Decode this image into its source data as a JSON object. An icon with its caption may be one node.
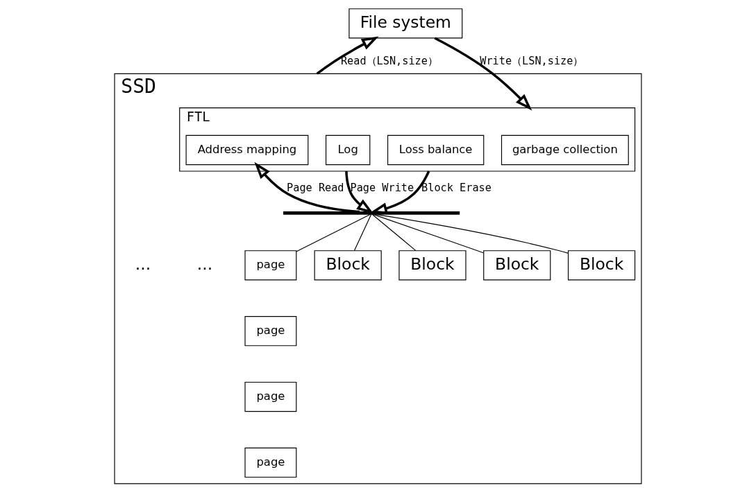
{
  "diagram": {
    "nodes": [
      {
        "text": [
          "File system"
        ]
      },
      {
        "text": [
          "SSD"
        ]
      },
      {
        "text": [
          "FTL"
        ],
        "in": 1
      },
      {
        "text": [
          "Address mapping"
        ],
        "in": 2
      },
      {
        "text": [
          "Log"
        ],
        "in": 2
      },
      {
        "text": [
          "garbage collection"
        ],
        "in": 2
      },
      {
        "text": [
          "Loss balance"
        ],
        "in": 2
      },
      {
        "text": [],
        "shape": "bar",
        "in": 1
      },
      {
        "text": [
          "page"
        ],
        "in": 1
      },
      {
        "text": [
          "page"
        ],
        "in": 1
      },
      {
        "text": [
          "page"
        ],
        "in": 1
      },
      {
        "text": [
          "page"
        ],
        "in": 1
      },
      {
        "text": [
          "Block"
        ],
        "in": 1
      },
      {
        "text": [
          "Block"
        ],
        "in": 1
      },
      {
        "text": [
          "Block"
        ],
        "in": 1
      },
      {
        "text": [
          "Block"
        ],
        "in": 1
      }
    ],
    "edges": [
      {
        "from": 1,
        "to": 0,
        "arrow": "to",
        "label": "Read（LSN,size）",
        "style": "thick"
      },
      {
        "from": 0,
        "to": 2,
        "arrow": "to",
        "label": "Write（LSN,size）",
        "style": "thick"
      },
      {
        "from": 7,
        "to": 3,
        "arrow": "to",
        "label": "Page Read",
        "style": "thick"
      },
      {
        "from": 2,
        "to": 7,
        "arrow": "to",
        "label": "Page Write",
        "style": "thick"
      },
      {
        "from": 2,
        "to": 7,
        "arrow": "to",
        "label": "Block Erase",
        "style": "thick"
      },
      {
        "from": 7,
        "to": 8,
        "arrow": "none"
      },
      {
        "from": 7,
        "to": 12,
        "arrow": "none"
      },
      {
        "from": 7,
        "to": 13,
        "arrow": "none"
      },
      {
        "from": 7,
        "to": 14,
        "arrow": "none"
      },
      {
        "from": 7,
        "to": 15,
        "arrow": "none"
      }
    ],
    "labels": [
      "...",
      "..."
    ]
  }
}
